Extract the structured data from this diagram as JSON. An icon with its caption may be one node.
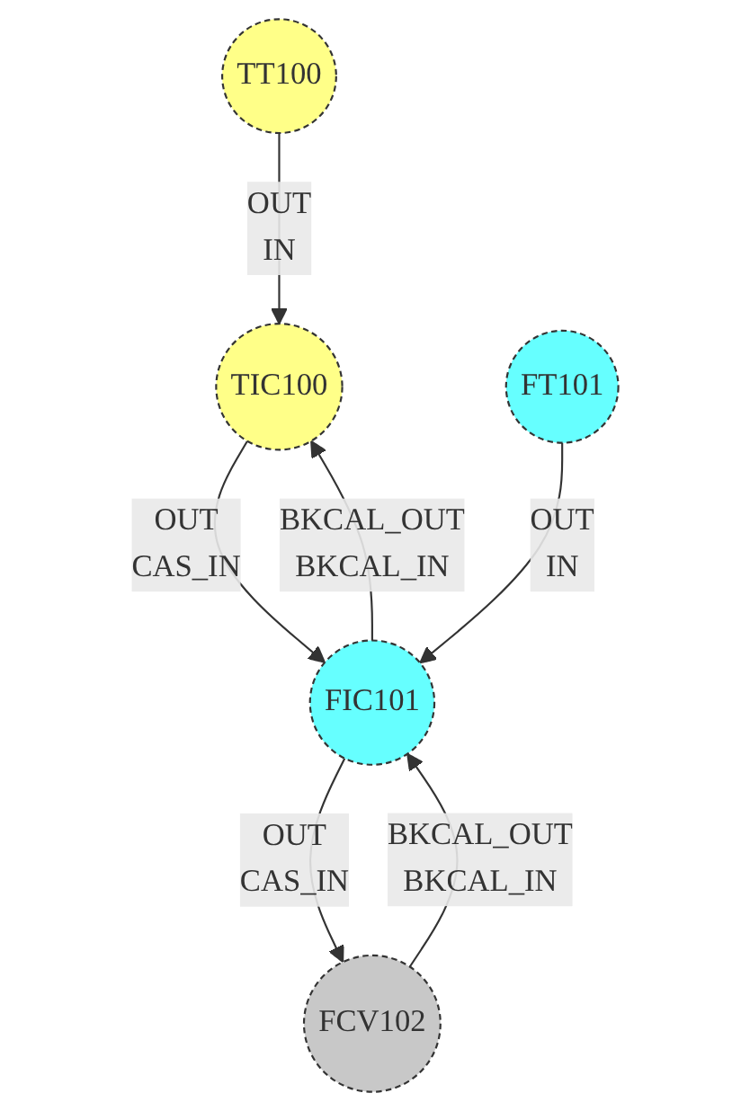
{
  "diagram": {
    "nodes": [
      {
        "text": [
          "TT100"
        ]
      },
      {
        "text": [
          "TIC100"
        ]
      },
      {
        "text": [
          "FT101"
        ]
      },
      {
        "text": [
          "FIC101"
        ]
      },
      {
        "text": [
          "FCV102"
        ]
      }
    ],
    "edges": [
      {
        "from": 0,
        "to": 1,
        "arrow": "to"
      },
      {
        "from": 1,
        "to": 3,
        "arrow": "to"
      },
      {
        "from": 3,
        "to": 1,
        "arrow": "to"
      },
      {
        "from": 2,
        "to": 3,
        "arrow": "to"
      },
      {
        "from": 3,
        "to": 4,
        "arrow": "to"
      },
      {
        "from": 4,
        "to": 3,
        "arrow": "to"
      }
    ],
    "labels": [
      "OUT",
      "IN",
      "BKCAL_IN",
      "OUT",
      "BKCAL_OUT",
      "CAS_IN",
      "OUT",
      "BKCAL_IN",
      "IN",
      "OUT",
      "CAS_IN",
      "BKCAL_OUT"
    ]
  }
}
